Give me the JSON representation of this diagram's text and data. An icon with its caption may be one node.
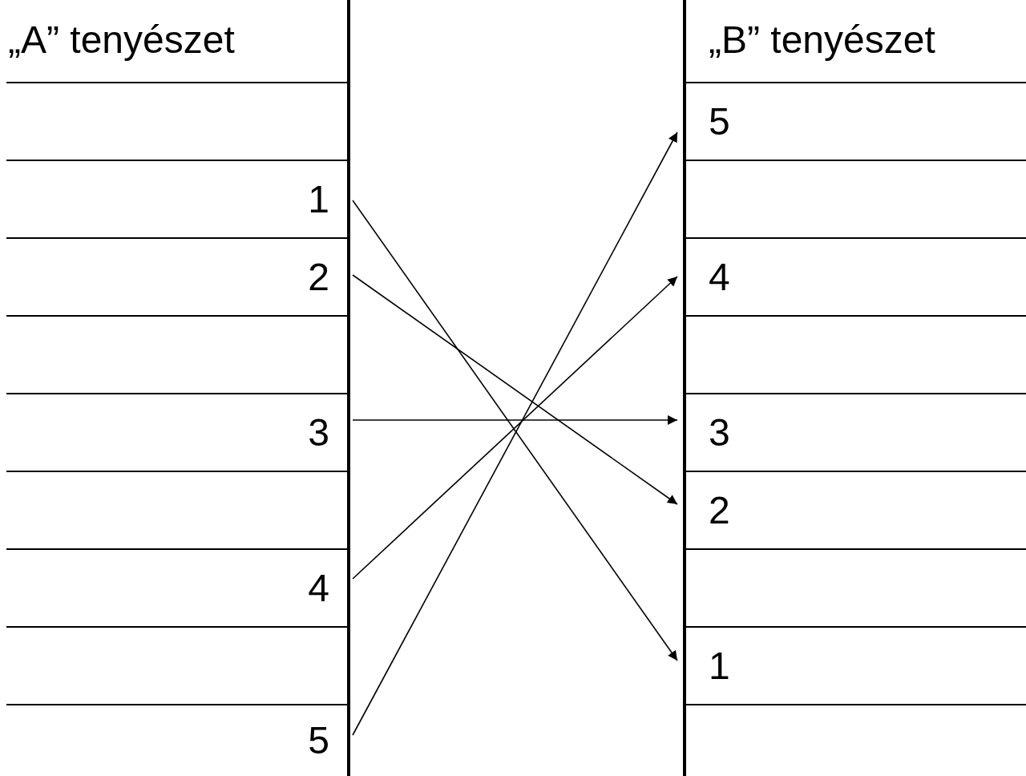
{
  "diagram": {
    "nodes": [
      {
        "text": [
          "„A” tenyészet"
        ]
      },
      {
        "text": [
          "1"
        ],
        "in": 0
      },
      {
        "text": [
          "2"
        ],
        "in": 0
      },
      {
        "text": [
          "3"
        ],
        "in": 0
      },
      {
        "text": [
          "4"
        ],
        "in": 0
      },
      {
        "text": [
          "5"
        ],
        "in": 0
      },
      {
        "text": [
          "„B” tenyészet"
        ]
      },
      {
        "text": [
          "5"
        ],
        "in": 6
      },
      {
        "text": [
          "4"
        ],
        "in": 6
      },
      {
        "text": [
          "3"
        ],
        "in": 6
      },
      {
        "text": [
          "2"
        ],
        "in": 6
      },
      {
        "text": [
          "1"
        ],
        "in": 6
      }
    ],
    "edges": [
      {
        "from": 1,
        "to": 11,
        "arrow": "to"
      },
      {
        "from": 2,
        "to": 10,
        "arrow": "to"
      },
      {
        "from": 3,
        "to": 9,
        "arrow": "to"
      },
      {
        "from": 4,
        "to": 8,
        "arrow": "to"
      },
      {
        "from": 5,
        "to": 7,
        "arrow": "to"
      }
    ]
  }
}
